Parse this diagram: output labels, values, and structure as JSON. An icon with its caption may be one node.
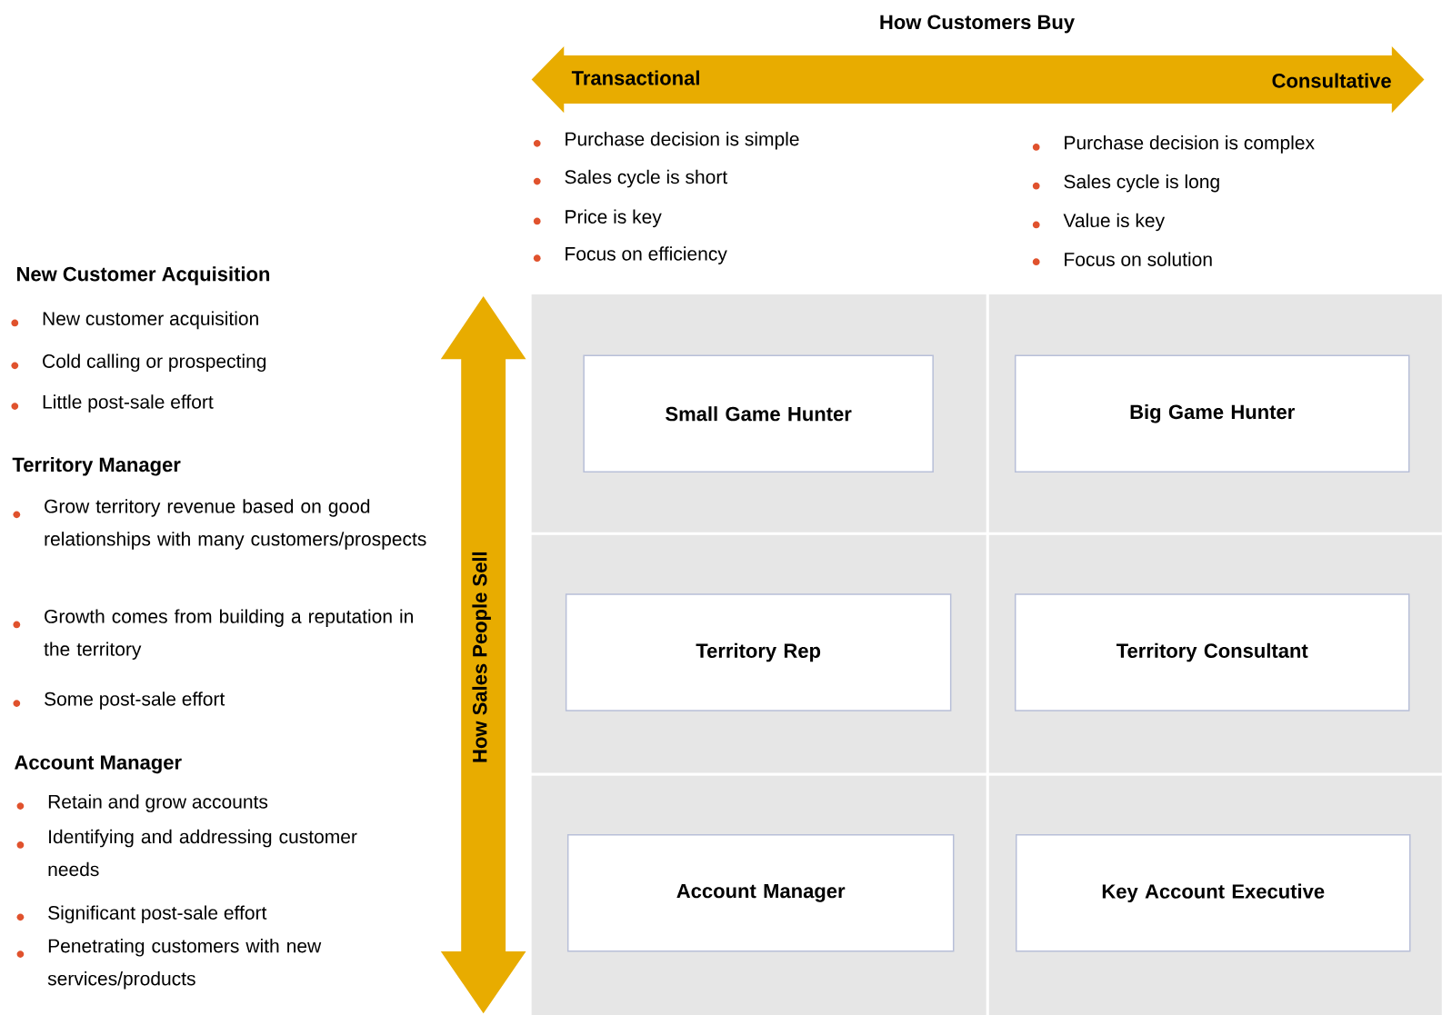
{
  "diagram": {
    "title": "How Customers Buy",
    "nodes": [
      {
        "text": [
          "Small Game Hunter"
        ]
      },
      {
        "text": [
          "Big Game Hunter"
        ]
      },
      {
        "text": [
          "Territory Rep"
        ]
      },
      {
        "text": [
          "Territory Consultant"
        ]
      },
      {
        "text": [
          "Account Manager"
        ]
      },
      {
        "text": [
          "Key Account Executive"
        ]
      }
    ],
    "labels": [
      "Transactional",
      "Consultative",
      "Purchase decision is simple",
      "Sales cycle is short",
      "Price is key",
      "Focus on efficiency",
      "Purchase decision is complex",
      "Sales cycle is long",
      "Value is key",
      "Focus on solution",
      "New Customer Acquisition",
      "New customer acquisition",
      "Cold calling or prospecting",
      "Little post-sale effort",
      "Territory Manager",
      "Grow territory revenue based on good relationships with many customers/prospects",
      "Growth comes from building a reputation in the territory",
      "Some post-sale effort",
      "Account Manager",
      "Retain and grow accounts",
      "Identifying and addressing customer needs",
      "Significant post-sale effort",
      "Penetrating customers with new services/products",
      "How Sales People Sell"
    ]
  }
}
